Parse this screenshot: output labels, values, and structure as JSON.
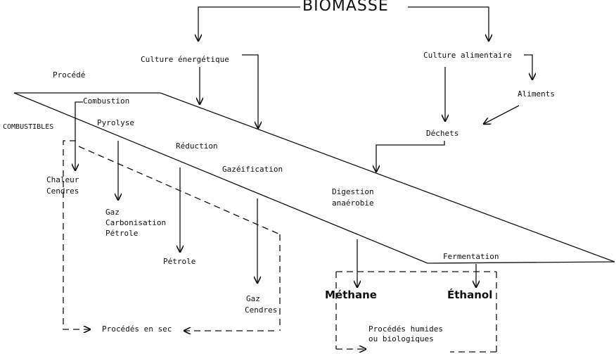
{
  "title": "BIOMASSE",
  "sources": {
    "energy_crop": "Culture énergétique",
    "food_crop": "Culture alimentaire",
    "food": "Aliments",
    "waste": "Déchets"
  },
  "axis": {
    "process": "Procédé",
    "fuels": "COMBUSTIBLES"
  },
  "processes": {
    "combustion": "Combustion",
    "pyrolysis": "Pyrolyse",
    "reduction": "Réduction",
    "gasification": "Gazéification",
    "digestion_1": "Digestion",
    "digestion_2": "anaérobie",
    "fermentation": "Fermentation"
  },
  "outputs": {
    "heat": "Chaleur",
    "ash_1": "Cendres",
    "gas_1": "Gaz",
    "carbonisation": "Carbonisation",
    "petroleum_1": "Pétrole",
    "petroleum_2": "Pétrole",
    "gas_2": "Gaz",
    "ash_2": "Cendres",
    "methane": "Méthane",
    "ethanol": "Éthanol"
  },
  "groups": {
    "dry": "Procédés en sec",
    "wet_1": "Procédés humides",
    "wet_2": "ou biologiques"
  }
}
